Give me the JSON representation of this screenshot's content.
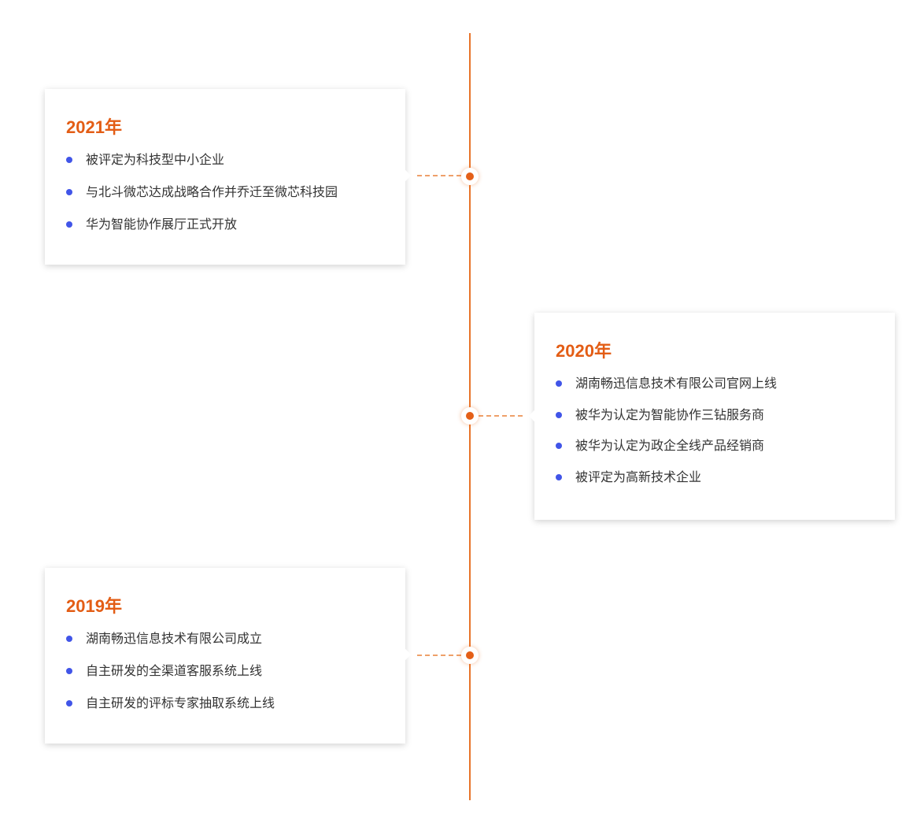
{
  "timeline": {
    "colors": {
      "line": "#e8742a",
      "node": "#e45f17",
      "year": "#e35d15",
      "bullet": "#4155e8"
    },
    "entries": [
      {
        "year": "2021年",
        "side": "left",
        "items": [
          "被评定为科技型中小企业",
          "与北斗微芯达成战略合作并乔迁至微芯科技园",
          "华为智能协作展厅正式开放"
        ]
      },
      {
        "year": "2020年",
        "side": "right",
        "items": [
          "湖南畅迅信息技术有限公司官网上线",
          "被华为认定为智能协作三钻服务商",
          "被华为认定为政企全线产品经销商",
          "被评定为高新技术企业"
        ]
      },
      {
        "year": "2019年",
        "side": "left",
        "items": [
          "湖南畅迅信息技术有限公司成立",
          "自主研发的全渠道客服系统上线",
          "自主研发的评标专家抽取系统上线"
        ]
      }
    ]
  }
}
